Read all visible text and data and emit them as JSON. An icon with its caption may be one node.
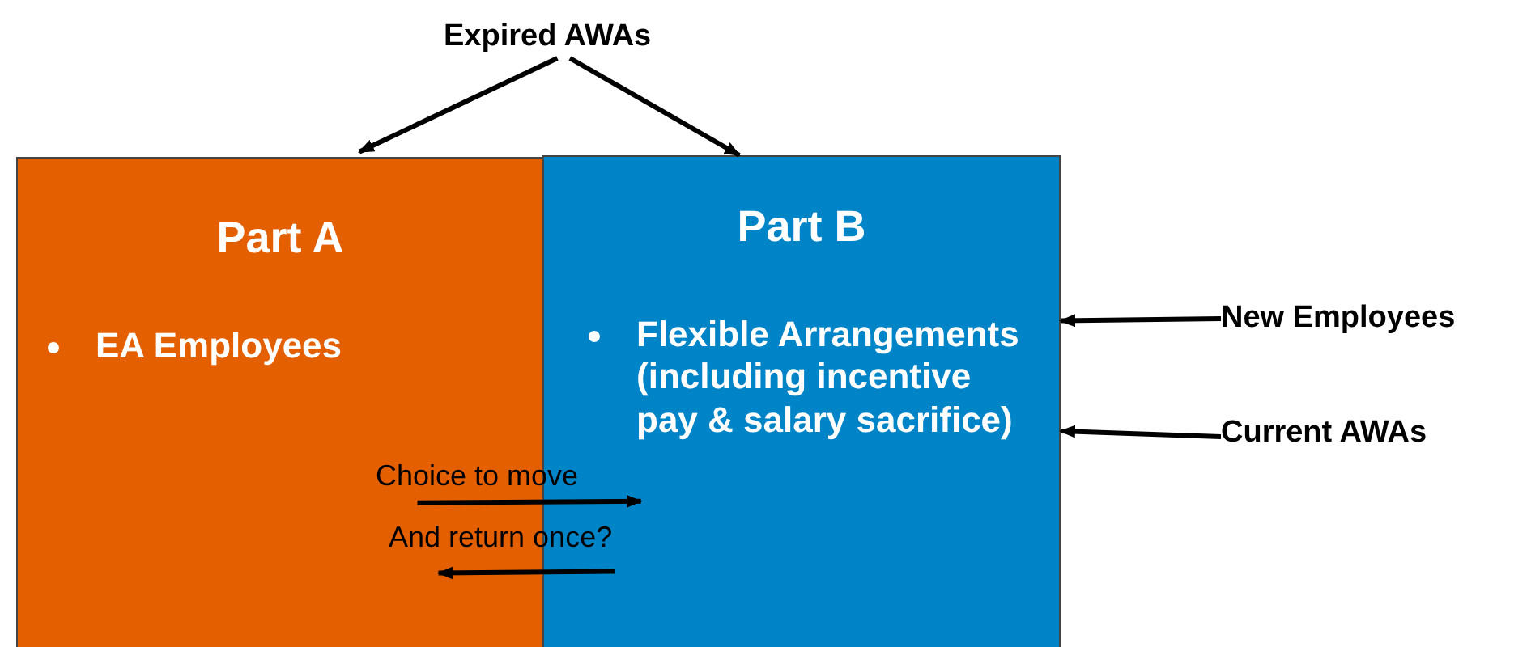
{
  "diagram": {
    "nodes": [
      {
        "text": [
          "Expired AWAs"
        ]
      },
      {
        "text": [
          "Part A",
          "EA Employees"
        ]
      },
      {
        "text": [
          "Part B",
          "Flexible Arrangements (including incentive pay & salary sacrifice)"
        ]
      },
      {
        "text": [
          "New Employees"
        ]
      },
      {
        "text": [
          "Current AWAs"
        ]
      }
    ],
    "edges": [
      {
        "from": 0,
        "to": 1,
        "arrow": "to"
      },
      {
        "from": 0,
        "to": 2,
        "arrow": "to"
      },
      {
        "from": 3,
        "to": 2,
        "arrow": "to"
      },
      {
        "from": 4,
        "to": 2,
        "arrow": "to"
      },
      {
        "from": 1,
        "to": 2,
        "arrow": "to",
        "label": "Choice to move"
      },
      {
        "from": 2,
        "to": 1,
        "arrow": "to",
        "label": "And return once?"
      }
    ]
  }
}
